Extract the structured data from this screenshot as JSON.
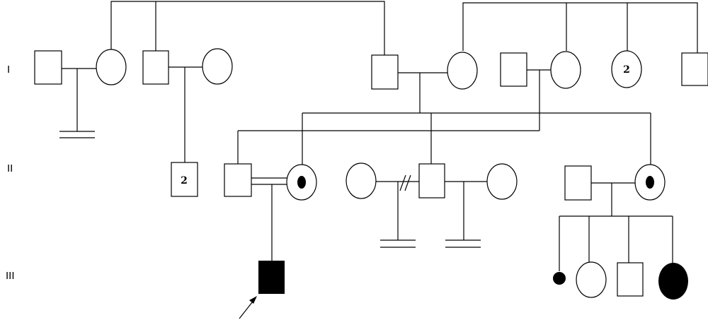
{
  "generations": [
    "I",
    "II",
    "III"
  ],
  "individuals": {
    "gen1_sister_count": "2",
    "gen2_brothers_count": "2"
  },
  "colors": {
    "stroke": "#000000",
    "affected_fill": "#000000",
    "background": "#ffffff"
  }
}
